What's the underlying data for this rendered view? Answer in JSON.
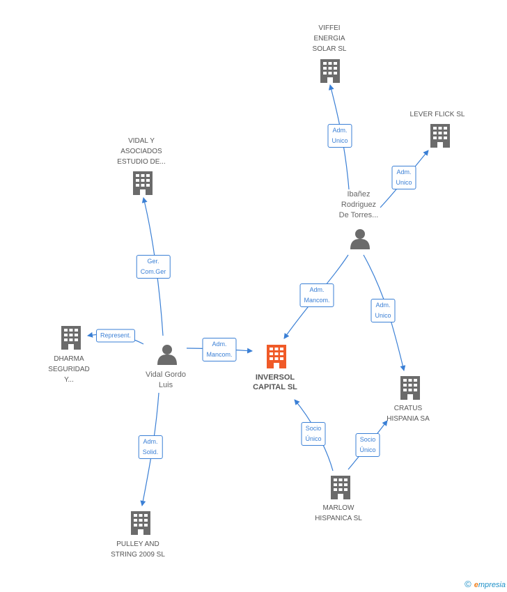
{
  "colors": {
    "edge": "#3a7fd5",
    "building": "#6b6b6b",
    "center_building": "#f05a28",
    "person": "#6b6b6b"
  },
  "nodes": {
    "inversol": {
      "lines": [
        "INVERSOL",
        "CAPITAL SL"
      ],
      "icon": "building-icon",
      "highlight": true
    },
    "viffei": {
      "lines": [
        "VIFFEI",
        "ENERGIA",
        "SOLAR  SL"
      ],
      "icon": "building-icon"
    },
    "lever": {
      "lines": [
        "LEVER FLICK SL"
      ],
      "icon": "building-icon"
    },
    "ibanez": {
      "lines": [
        "Ibañez",
        "Rodriguez",
        "De Torres..."
      ],
      "icon": "person-icon"
    },
    "vidal_y": {
      "lines": [
        "VIDAL Y",
        "ASOCIADOS",
        "ESTUDIO DE..."
      ],
      "icon": "building-icon"
    },
    "dharma": {
      "lines": [
        "DHARMA",
        "SEGURIDAD",
        "Y..."
      ],
      "icon": "building-icon"
    },
    "vidal_gordo": {
      "lines": [
        "Vidal Gordo",
        "Luis"
      ],
      "icon": "person-icon"
    },
    "pulley": {
      "lines": [
        "PULLEY AND",
        "STRING 2009 SL"
      ],
      "icon": "building-icon"
    },
    "cratus": {
      "lines": [
        "CRATUS",
        "HISPANIA SA"
      ],
      "icon": "building-icon"
    },
    "marlow": {
      "lines": [
        "MARLOW",
        "HISPANICA  SL"
      ],
      "icon": "building-icon"
    }
  },
  "edges": {
    "ibanez_viffei": [
      "Adm.",
      "Unico"
    ],
    "ibanez_lever": [
      "Adm.",
      "Unico"
    ],
    "ibanez_inversol": [
      "Adm.",
      "Mancom."
    ],
    "ibanez_cratus": [
      "Adm.",
      "Unico"
    ],
    "vidal_vidaly": [
      "Ger.",
      "Com.Ger"
    ],
    "vidal_dharma": [
      "Represent."
    ],
    "vidal_inversol": [
      "Adm.",
      "Mancom."
    ],
    "vidal_pulley": [
      "Adm.",
      "Solid."
    ],
    "marlow_inversol": [
      "Socio",
      "Único"
    ],
    "marlow_cratus": [
      "Socio",
      "Único"
    ]
  },
  "footer": {
    "copyright": "©",
    "brand_initial": "e",
    "brand_rest": "mpresia"
  }
}
